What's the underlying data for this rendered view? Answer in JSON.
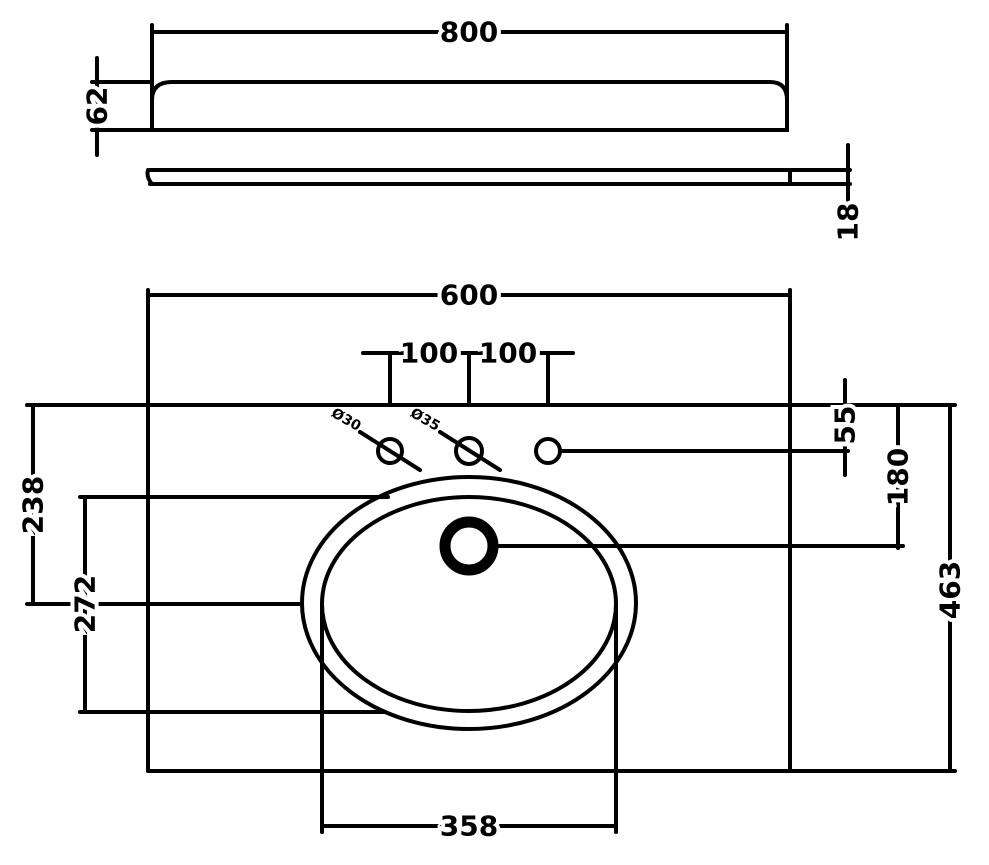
{
  "top_view": {
    "width": "800",
    "height": "62"
  },
  "side_view": {
    "thickness": "18"
  },
  "plan_view": {
    "width": "600",
    "tap_spacing_left": "100",
    "tap_spacing_right": "100",
    "hole_left_diameter": "Ø30",
    "hole_center_diameter": "Ø35",
    "hole_offset": "55",
    "drain_offset": "180",
    "depth": "463",
    "basin_center_offset": "238",
    "basin_depth": "272",
    "basin_width": "358"
  }
}
